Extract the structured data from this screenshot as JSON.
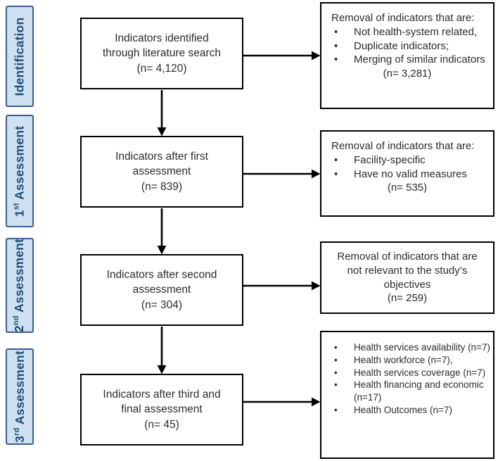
{
  "colors": {
    "stage_fill": "#cfe0f0",
    "stage_border": "#365f91",
    "stage_text": "#1f4e79",
    "box_border": "#000000",
    "body_text": "#2b2b2b",
    "arrow": "#000000"
  },
  "sidebar": {
    "labels": [
      {
        "pre": "Identification",
        "sup": "",
        "rest": ""
      },
      {
        "pre": "1",
        "sup": "st",
        "rest": " Assessment"
      },
      {
        "pre": "2",
        "sup": "nd",
        "rest": " Assessment"
      },
      {
        "pre": "3",
        "sup": "rd",
        "rest": " Assessment"
      }
    ]
  },
  "flow_boxes": [
    {
      "text": "Indicators identified through literature search",
      "count": "(n= 4,120)"
    },
    {
      "text": "Indicators after first assessment",
      "count": "(n= 839)"
    },
    {
      "text": "Indicators after second assessment",
      "count": "(n= 304)"
    },
    {
      "text": "Indicators after third and final assessment",
      "count": "(n= 45)"
    }
  ],
  "side_boxes": [
    {
      "title": "Removal of indicators that are:",
      "bullets": [
        "Not health-system related,",
        "Duplicate indicators;",
        "Merging of similar indicators"
      ],
      "count": "(n= 3,281)"
    },
    {
      "title": "Removal of indicators that are:",
      "bullets": [
        "Facility-specific",
        "Have no valid measures"
      ],
      "count": "(n= 535)"
    },
    {
      "text": "Removal of indicators that are not relevant to the study’s objectives",
      "count": "(n= 259)"
    },
    {
      "bullets": [
        "Health services availability (n=7)",
        "Health workforce (n=7),",
        "Health services coverage (n=7)",
        "Health financing and economic (n=17)",
        "Health Outcomes (n=7)"
      ]
    }
  ]
}
